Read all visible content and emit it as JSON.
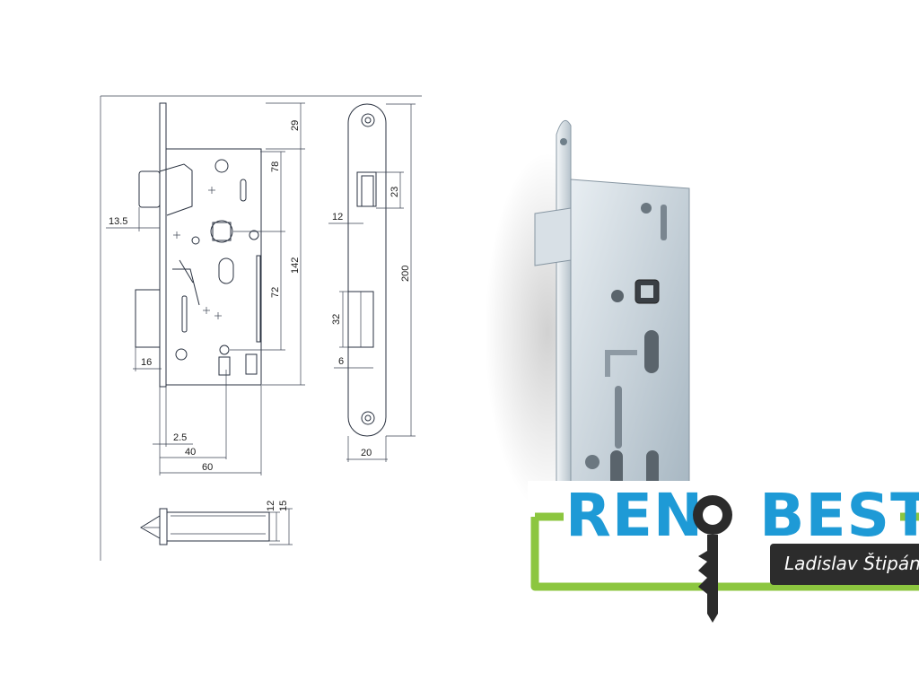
{
  "diagram": {
    "front_dims": {
      "d29": "29",
      "d78": "78",
      "d142": "142",
      "d72": "72",
      "d13_5": "13.5",
      "d16": "16",
      "d2_5": "2.5",
      "d40": "40",
      "d60": "60"
    },
    "side_dims": {
      "d200": "200",
      "d23": "23",
      "d12": "12",
      "d32": "32",
      "d6": "6",
      "d20": "20"
    },
    "bottom_dims": {
      "d12": "12",
      "d15": "15"
    }
  },
  "logo": {
    "brand_left": "REN",
    "brand_right": "BEST",
    "owner": "Ladislav Štipán",
    "accent_blue": "#1e9ad6",
    "accent_green": "#8cc63f",
    "key_color": "#2b2b2b"
  },
  "photo": {
    "subject": "mortise-lock-photo"
  }
}
